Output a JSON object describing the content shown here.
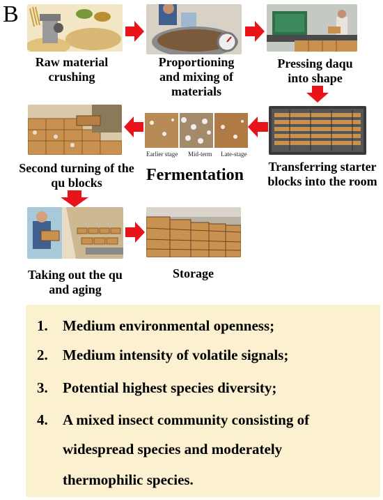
{
  "panel_letter": "B",
  "steps": {
    "s1": "Raw material crushing",
    "s2": "Proportioning and mixing of materials",
    "s3": "Pressing daqu into shape",
    "s4": "Transferring starter blocks into the room",
    "s5": "Fermentation",
    "s6": "Second turning of the qu blocks",
    "s7": "Taking out the qu and aging",
    "s8": "Storage"
  },
  "fermentation_stages": [
    "Earlier stage",
    "Mid-term",
    "Late-stage"
  ],
  "notes": [
    {
      "num": "1.",
      "lines": [
        "Medium environmental openness;"
      ]
    },
    {
      "num": "2.",
      "lines": [
        "Medium intensity of volatile signals;"
      ]
    },
    {
      "num": "3.",
      "lines": [
        "Potential highest species diversity;"
      ]
    },
    {
      "num": "4.",
      "lines": [
        "A mixed insect community consisting of",
        "widespread species and moderately",
        "thermophilic species."
      ]
    }
  ],
  "colors": {
    "arrow": "#e8141a",
    "note_background": "#fbf0d0",
    "brick": "#c9914f"
  }
}
